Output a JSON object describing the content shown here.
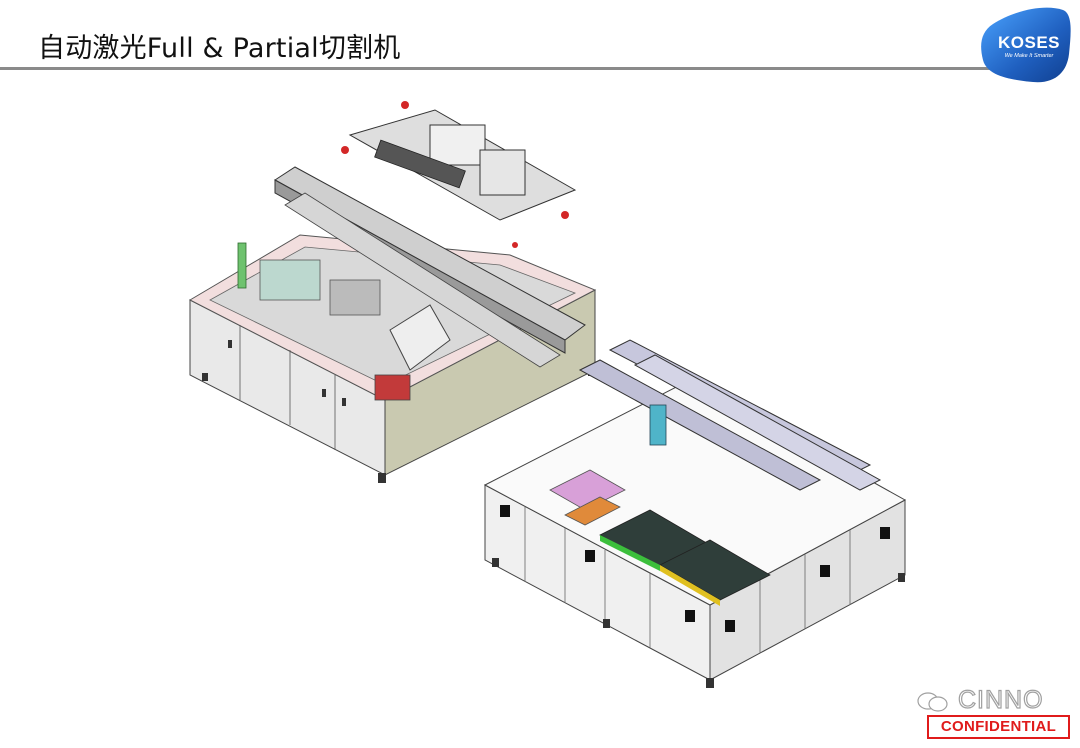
{
  "slide": {
    "title": "自动激光Full & Partial切割机"
  },
  "logo": {
    "name": "KOSES",
    "tagline": "We Make It Smarter"
  },
  "watermark": {
    "text": "CINNO",
    "label": "CONFIDENTIAL"
  },
  "colors": {
    "title_rule": "#8a8a8a",
    "logo_blue": "#1f5fbf",
    "confidential_red": "#e01b1b"
  }
}
